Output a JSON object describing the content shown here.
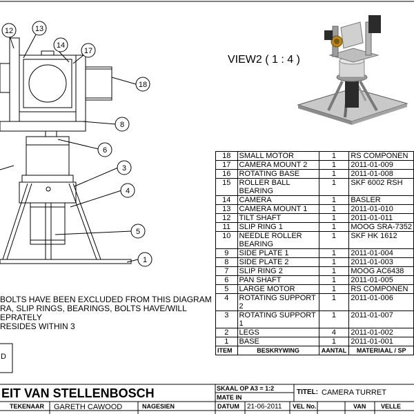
{
  "view_label": "VIEW2 ( 1 : 4 )",
  "notes": [
    "BOLTS HAVE BEEN EXCLUDED FROM THIS DIAGRAM",
    "RA, SLIP RINGS, BEARINGS, BOLTS HAVE/WILL",
    "EPRATELY",
    " RESIDES WITHIN 3"
  ],
  "small_box_letter": "D",
  "balloons": [
    "1",
    "3",
    "4",
    "5",
    "6",
    "8",
    "12",
    "13",
    "14",
    "17",
    "18"
  ],
  "bom": {
    "rows": [
      {
        "item": "18",
        "desc": "SMALL MOTOR",
        "qty": "1",
        "mat": "RS COMPONEN"
      },
      {
        "item": "17",
        "desc": "CAMERA MOUNT 2",
        "qty": "1",
        "mat": "2011-01-009"
      },
      {
        "item": "16",
        "desc": "ROTATING BASE",
        "qty": "1",
        "mat": "2011-01-008"
      },
      {
        "item": "15",
        "desc": "ROLLER BALL BEARING",
        "qty": "1",
        "mat": "SKF 6002 RSH"
      },
      {
        "item": "14",
        "desc": "CAMERA",
        "qty": "1",
        "mat": "BASLER"
      },
      {
        "item": "13",
        "desc": "CAMERA MOUNT 1",
        "qty": "1",
        "mat": "2011-01-010"
      },
      {
        "item": "12",
        "desc": "TILT SHAFT",
        "qty": "1",
        "mat": "2011-01-011"
      },
      {
        "item": "11",
        "desc": "SLIP RING 1",
        "qty": "1",
        "mat": "MOOG SRA-7352"
      },
      {
        "item": "10",
        "desc": "NEEDLE ROLLER BEARING",
        "qty": "1",
        "mat": "SKF HK 1612"
      },
      {
        "item": "9",
        "desc": "SIDE PLATE 1",
        "qty": "1",
        "mat": "2011-01-004"
      },
      {
        "item": "8",
        "desc": "SIDE PLATE 2",
        "qty": "1",
        "mat": "2011-01-003"
      },
      {
        "item": "7",
        "desc": "SLIP RING 2",
        "qty": "1",
        "mat": "MOOG AC6438"
      },
      {
        "item": "6",
        "desc": "PAN SHAFT",
        "qty": "1",
        "mat": "2011-01-005"
      },
      {
        "item": "5",
        "desc": "LARGE MOTOR",
        "qty": "1",
        "mat": "RS COMPONEN"
      },
      {
        "item": "4",
        "desc": "ROTATING SUPPORT 2",
        "qty": "1",
        "mat": "2011-01-006"
      },
      {
        "item": "3",
        "desc": "ROTATING SUPPORT 1",
        "qty": "1",
        "mat": "2011-01-007"
      },
      {
        "item": "2",
        "desc": "LEGS",
        "qty": "4",
        "mat": "2011-01-002"
      },
      {
        "item": "1",
        "desc": "BASE",
        "qty": "1",
        "mat": "2011-01-001"
      }
    ],
    "header": {
      "item": "ITEM",
      "desc": "BESKRYWING",
      "qty": "AANTAL",
      "mat": "MATERIAAL / SP"
    }
  },
  "title_block": {
    "university": "EIT VAN STELLENBOSCH",
    "skaal_label": "SKAAL OP A3 = 1:2",
    "titel_label": "TITEL:",
    "titel_value": "CAMERA TURRET",
    "mate_in": "MATE IN",
    "tekenaar_label": "TEKENAAR",
    "tekenaar_value": "GARETH CAWOOD",
    "nagesien_label": "NAGESIEN",
    "datum_label": "DATUM",
    "datum_value": "21-06-2011",
    "vel_label": "VEL No.",
    "van_label": "VAN",
    "velle_label": "VELLE"
  },
  "colors": {
    "line": "#000000",
    "model_gray": "#8a8a8a",
    "model_dark": "#2b2b2b",
    "model_light": "#d9d9d9",
    "brass": "#b8861b"
  }
}
